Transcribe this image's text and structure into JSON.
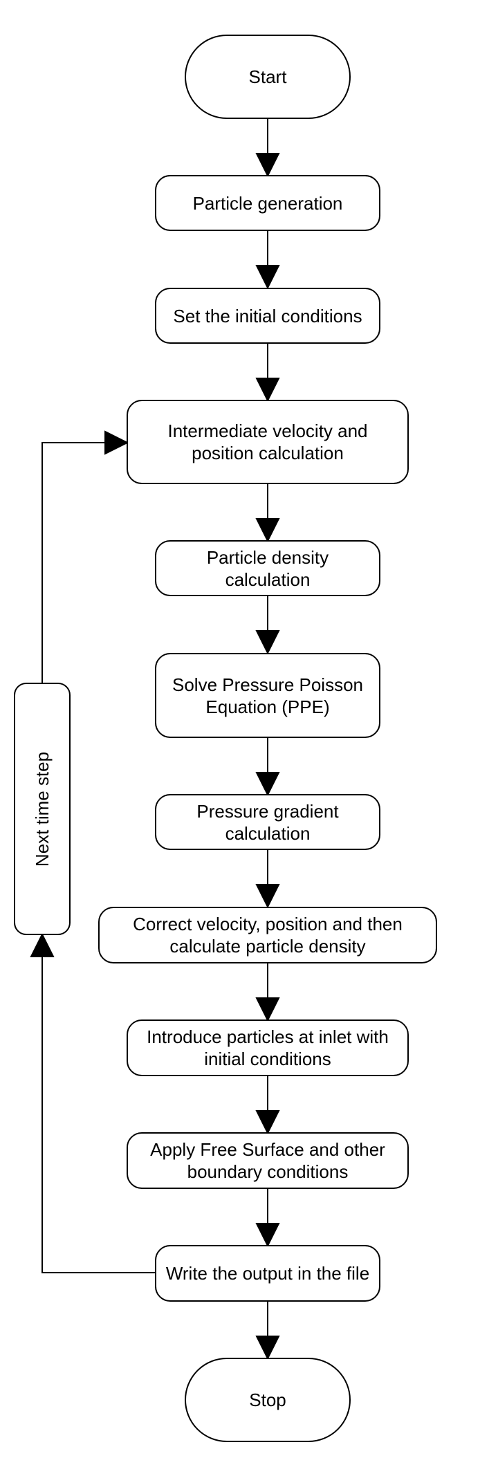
{
  "flowchart": {
    "start": "Start",
    "steps": [
      "Particle generation",
      "Set the initial conditions",
      "Intermediate velocity and\nposition calculation",
      "Particle density\ncalculation",
      "Solve Pressure Poisson\nEquation (PPE)",
      "Pressure gradient\ncalculation",
      "Correct velocity, position and then\ncalculate particle density",
      "Introduce particles at inlet with\ninitial conditions",
      "Apply Free Surface and other\nboundary conditions",
      "Write the output in the file"
    ],
    "stop": "Stop",
    "loop_label": "Next time step"
  }
}
